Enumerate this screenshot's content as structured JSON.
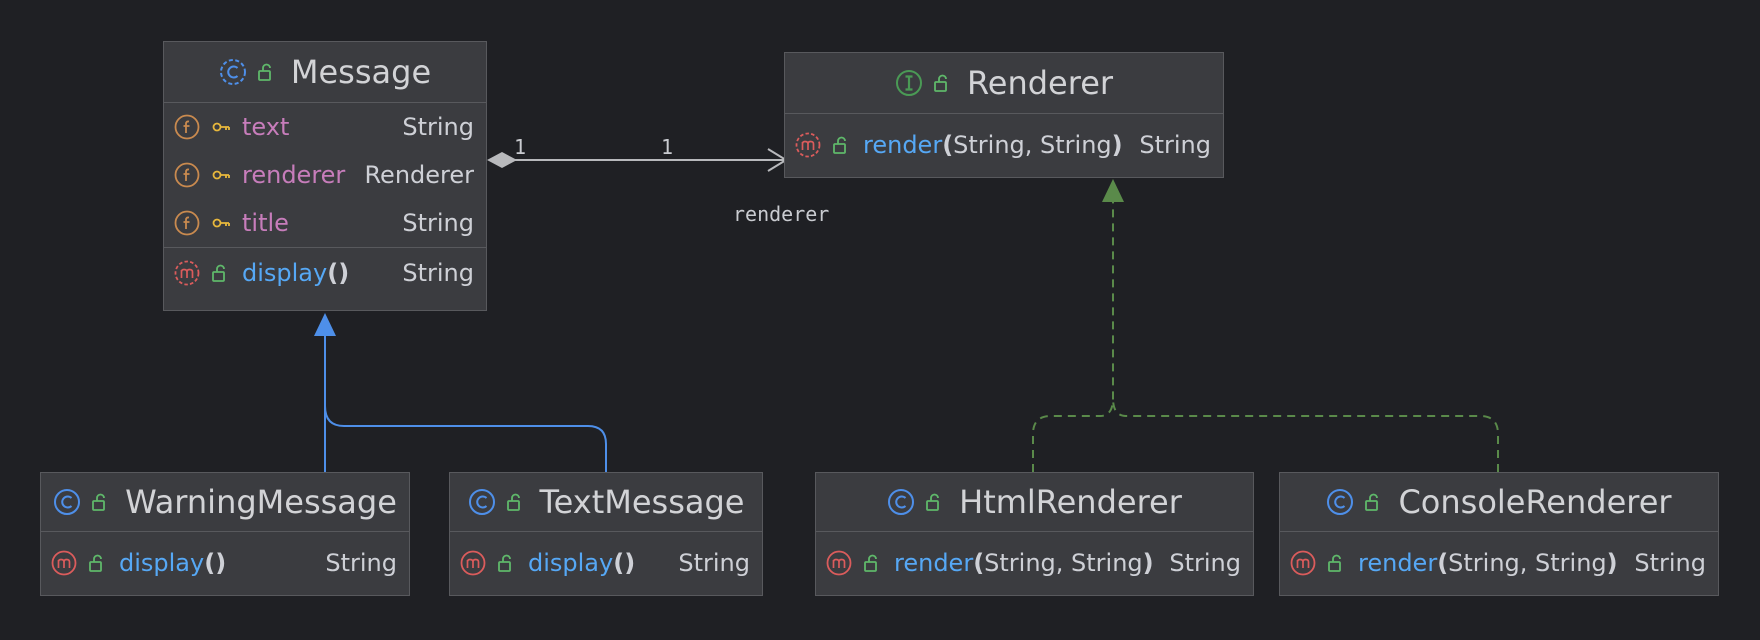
{
  "colors": {
    "background": "#1f2024",
    "box_fill": "#3b3c40",
    "box_border": "#58595d",
    "field_name": "#c77dbb",
    "method_name": "#56a8f5",
    "type_text": "#ced0d6",
    "inheritance_edge": "#4e8fe9",
    "realization_edge": "#5a8a4a",
    "association_edge": "#b8b9bc",
    "class_icon": "#4e8fe9",
    "interface_icon": "#4a9a55",
    "field_icon": "#c98a4f",
    "method_icon": "#db5c5c",
    "key_icon": "#e8b83c",
    "public_icon": "#5fb86a"
  },
  "classes": {
    "message": {
      "name": "Message",
      "kind": "abstract-class",
      "fields": [
        {
          "name": "text",
          "type": "String"
        },
        {
          "name": "renderer",
          "type": "Renderer"
        },
        {
          "name": "title",
          "type": "String"
        }
      ],
      "methods": [
        {
          "name": "display",
          "params": "",
          "type": "String",
          "abstract": true
        }
      ]
    },
    "renderer": {
      "name": "Renderer",
      "kind": "interface",
      "methods": [
        {
          "name": "render",
          "params": "String, String",
          "type": "String",
          "abstract": true
        }
      ]
    },
    "warning_message": {
      "name": "WarningMessage",
      "kind": "class",
      "methods": [
        {
          "name": "display",
          "params": "",
          "type": "String"
        }
      ]
    },
    "text_message": {
      "name": "TextMessage",
      "kind": "class",
      "methods": [
        {
          "name": "display",
          "params": "",
          "type": "String"
        }
      ]
    },
    "html_renderer": {
      "name": "HtmlRenderer",
      "kind": "class",
      "methods": [
        {
          "name": "render",
          "params": "String, String",
          "type": "String"
        }
      ]
    },
    "console_renderer": {
      "name": "ConsoleRenderer",
      "kind": "class",
      "methods": [
        {
          "name": "render",
          "params": "String, String",
          "type": "String"
        }
      ]
    }
  },
  "relations": [
    {
      "type": "composition",
      "from": "Message",
      "to": "Renderer",
      "label": "renderer",
      "source_multiplicity": "1",
      "target_multiplicity": "1"
    },
    {
      "type": "inheritance",
      "from": "WarningMessage",
      "to": "Message"
    },
    {
      "type": "inheritance",
      "from": "TextMessage",
      "to": "Message"
    },
    {
      "type": "realization",
      "from": "HtmlRenderer",
      "to": "Renderer"
    },
    {
      "type": "realization",
      "from": "ConsoleRenderer",
      "to": "Renderer"
    }
  ]
}
